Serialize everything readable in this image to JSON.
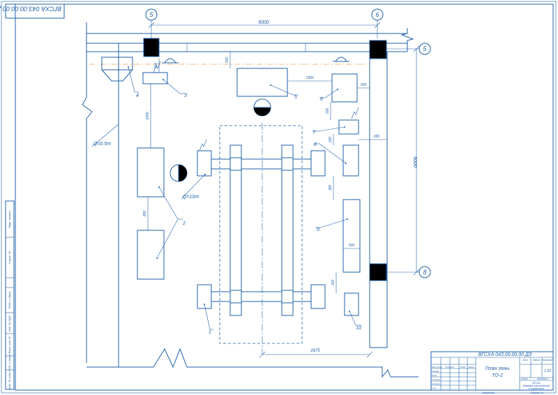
{
  "stamp_code_rotated": "ВГСХА 043.00.00.00 ДЗ",
  "axes": {
    "a5": "5",
    "a6": "6",
    "b5": "5",
    "b8": "8"
  },
  "dims": {
    "top_6000": "6000",
    "right_6000": "6000",
    "d_500_top": "500",
    "d_500_left": "500",
    "d_1300": "1300",
    "d_500_right": "500",
    "d_500_mid": "500",
    "d_2000": "2000",
    "d_650": "650",
    "d_250": "250",
    "d_300_a": "300",
    "d_800": "800",
    "d_500_9": "500",
    "d_300_b": "300",
    "d_2675": "2675"
  },
  "loads": {
    "q_05": "Q=0.5т",
    "q_10": "Q=10т"
  },
  "callouts": [
    "1",
    "2",
    "3",
    "4",
    "5",
    "6",
    "7",
    "8",
    "9",
    "10"
  ],
  "left_strip": [
    "Перв. примен.",
    "Справ. №",
    "Подп. и дата",
    "Инв. № дубл.",
    "Взам. инв. №",
    "Подп. и дата",
    "Инв. № подл."
  ],
  "title_block": {
    "code": "ВГСХА 043.00.00.00 ДЗ",
    "title_line1": "План зоны",
    "title_line2": "ТО-2",
    "lit": "Лит",
    "mass": "Масса",
    "scale_label": "Масштаб",
    "scale": "1:20",
    "sheet": "Лист",
    "sheets": "Листов 1",
    "org1": "ВГСХА",
    "org2": "Кафедра Автомобилей",
    "org3": "и тракторов",
    "rows": [
      "Изм. Лист",
      "Разраб.",
      "Пров.",
      "Т.контр.",
      "",
      "Н.контр.",
      "Утв."
    ],
    "cols": [
      "№ докум.",
      "Подп.",
      "Дата"
    ],
    "copied": "Копировал",
    "format": "Формат   А1"
  }
}
